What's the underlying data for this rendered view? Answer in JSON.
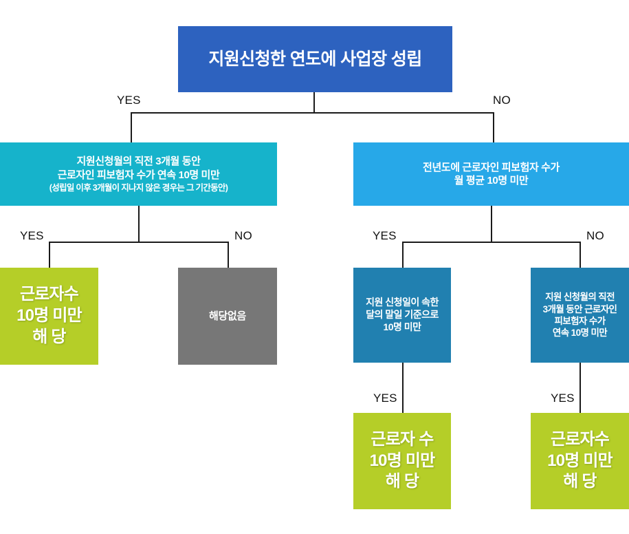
{
  "diagram": {
    "title_node": {
      "id": "root",
      "text": "지원신청한 연도에 사업장 성립",
      "color": "#2d62bf"
    },
    "nodes": {
      "left_condition": {
        "line1": "지원신청월의 직전 3개월 동안",
        "line2": "근로자인 피보험자 수가 연속 10명 미만",
        "line3": "(성립일 이후 3개월이 지나지 않은 경우는 그 기간동안)",
        "color": "#16b3cb"
      },
      "right_condition": {
        "line1": "전년도에 근로자인 피보험자 수가",
        "line2": "월 평균 10명 미만",
        "color": "#27a8e8"
      },
      "result_left": {
        "line1": "근로자수",
        "line2": "10명 미만",
        "line3": "해 당",
        "color": "#b5ce28"
      },
      "not_applicable": {
        "line1": "해당없음",
        "color": "#777777"
      },
      "mid_condition": {
        "line1": "지원 신청일이 속한",
        "line2": "달의 말일 기준으로",
        "line3": "10명 미만",
        "color": "#2180b0"
      },
      "right_sub_condition": {
        "line1": "지원 신청월의 직전",
        "line2": "3개월 동안 근로자인",
        "line3": "피보험자 수가",
        "line4": "연속 10명 미만",
        "color": "#2180b0"
      },
      "result_mid": {
        "line1": "근로자 수",
        "line2": "10명 미만",
        "line3": "해 당",
        "color": "#b5ce28"
      },
      "result_right": {
        "line1": "근로자수",
        "line2": "10명 미만",
        "line3": "해 당",
        "color": "#b5ce28"
      }
    },
    "branch_labels": {
      "root_yes": "YES",
      "root_no": "NO",
      "left_yes": "YES",
      "left_no": "NO",
      "right_yes": "YES",
      "right_no": "NO",
      "mid_yes": "YES",
      "rightsub_yes": "YES"
    }
  }
}
